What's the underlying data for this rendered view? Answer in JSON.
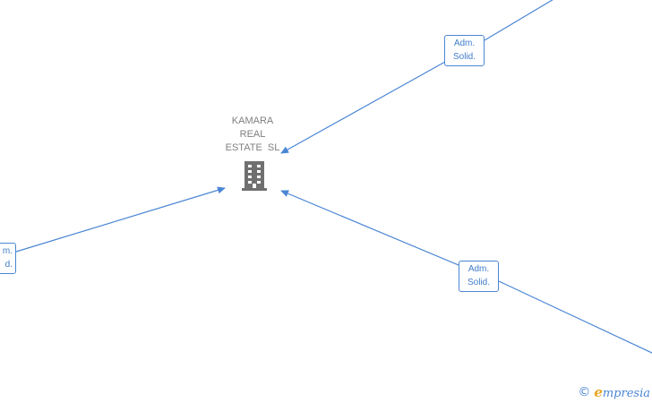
{
  "company": {
    "name_lines": [
      "KAMARA",
      "REAL",
      "ESTATE  SL"
    ],
    "icon": "building-icon"
  },
  "relations": [
    {
      "id": "top",
      "role_line1": "Adm.",
      "role_line2": "Solid."
    },
    {
      "id": "bottom",
      "role_line1": "Adm.",
      "role_line2": "Solid."
    },
    {
      "id": "left",
      "role_line1": "m.",
      "role_line2": "d."
    }
  ],
  "watermark": {
    "copyright_symbol": "©",
    "brand_first_letter": "e",
    "brand_rest": "mpresia"
  },
  "colors": {
    "edge": "#4a86d4",
    "label_text": "#3f7cc9",
    "company_text": "#808080",
    "icon": "#707070",
    "brand_accent": "#e8a31e"
  }
}
